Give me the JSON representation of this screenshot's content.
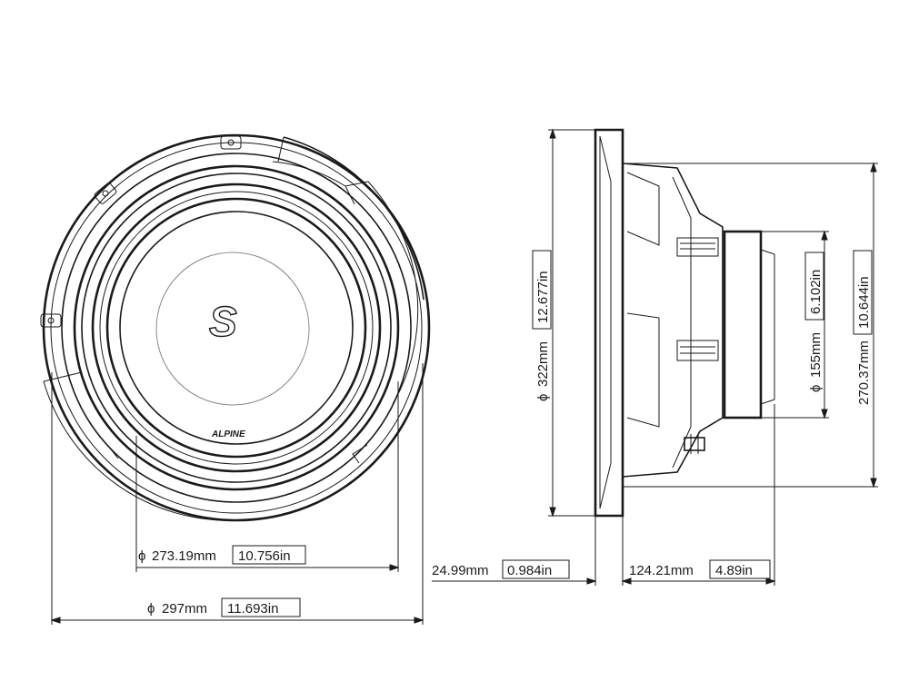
{
  "front_view": {
    "logo_letter": "S",
    "brand": "ALPINE"
  },
  "dimensions": {
    "dia_273": {
      "symbol": "ϕ",
      "mm": "273.19mm",
      "inch": "10.756in"
    },
    "dia_297": {
      "symbol": "ϕ",
      "mm": "297mm",
      "inch": "11.693in"
    },
    "depth_mount": {
      "mm": "24.99mm",
      "inch": "0.984in"
    },
    "depth_motor": {
      "mm": "124.21mm",
      "inch": "4.89in"
    },
    "dia_322": {
      "symbol": "ϕ",
      "mm": "322mm",
      "inch": "12.677in"
    },
    "dia_155": {
      "symbol": "ϕ",
      "mm": "155mm",
      "inch": "6.102in"
    },
    "height_270": {
      "mm": "270.37mm",
      "inch": "10.644in"
    }
  },
  "colors": {
    "line": "#1a1a1a",
    "paper": "#ffffff",
    "accent_grey": "#8a8a8a"
  }
}
